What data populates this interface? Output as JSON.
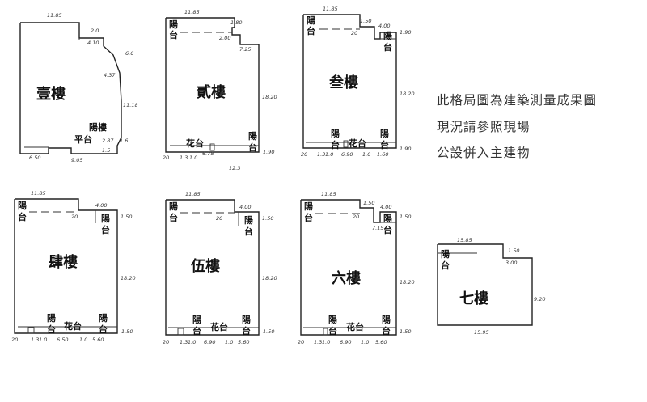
{
  "floors": {
    "f1": {
      "label": "壹樓",
      "dims": {
        "top": "11.85",
        "a": "2.0",
        "b": "4.10",
        "c": "6.6",
        "d": "4.37",
        "right": "11.18",
        "e": "2.87",
        "f": "1.6",
        "g": "1.5",
        "bottom": "9.05",
        "left": "6.50"
      },
      "bal": "平台",
      "stair": "陽樓"
    },
    "f2": {
      "label": "貳樓",
      "dims": {
        "top": "11.85",
        "a": "1.80",
        "b": "2.00",
        "c": "7.25",
        "right": "18.20",
        "d": "1.90",
        "g": "20",
        "h": "1.3",
        "i": "1.0",
        "j": "6.78",
        "note": "12.3"
      },
      "bal": "陽台",
      "flower": "花台"
    },
    "f3": {
      "label": "叁樓",
      "dims": {
        "top": "11.85",
        "a": "1.50",
        "b": "4.00",
        "c": "20",
        "d": "1.90",
        "right": "18.20",
        "e": "1.90",
        "g": "20",
        "h": "1.3",
        "i": "1.0",
        "j": "6.90",
        "k": "1.0",
        "l": "1.60"
      },
      "bal": "陽台",
      "flower": "花台"
    },
    "f4": {
      "label": "肆樓",
      "dims": {
        "top": "11.85",
        "a": "4.00",
        "b": "20",
        "c": "1.50",
        "right": "18.20",
        "d": "1.50",
        "g": "20",
        "h": "1.3",
        "i": "1.0",
        "j": "6.50",
        "k": "1.0",
        "l": "5.60"
      },
      "bal": "陽台",
      "flower": "花台"
    },
    "f5": {
      "label": "伍樓",
      "dims": {
        "top": "11.85",
        "a": "4.00",
        "b": "20",
        "c": "1.50",
        "right": "18.20",
        "d": "1.50",
        "g": "20",
        "h": "1.3",
        "i": "1.0",
        "j": "6.90",
        "k": "1.0",
        "l": "5.60"
      },
      "bal": "陽台",
      "flower": "花台"
    },
    "f6": {
      "label": "六樓",
      "dims": {
        "top": "11.85",
        "a": "1.50",
        "b": "4.00",
        "c": "20",
        "d": "7.15",
        "e": "1.50",
        "right": "18.20",
        "f": "1.50",
        "g": "20",
        "h": "1.3",
        "i": "1.0",
        "j": "6.90",
        "k": "1.0",
        "l": "5.60"
      },
      "bal": "陽台",
      "flower": "花台"
    },
    "f7": {
      "label": "七樓",
      "dims": {
        "top": "15.85",
        "a": "1.50",
        "b": "3.00",
        "right": "9.20",
        "bottom": "15.95"
      },
      "bal": "陽台"
    }
  },
  "notes": {
    "line1": "此格局圖為建築測量成果圖",
    "line2": "現況請參照現場",
    "line3": "公設併入主建物"
  }
}
